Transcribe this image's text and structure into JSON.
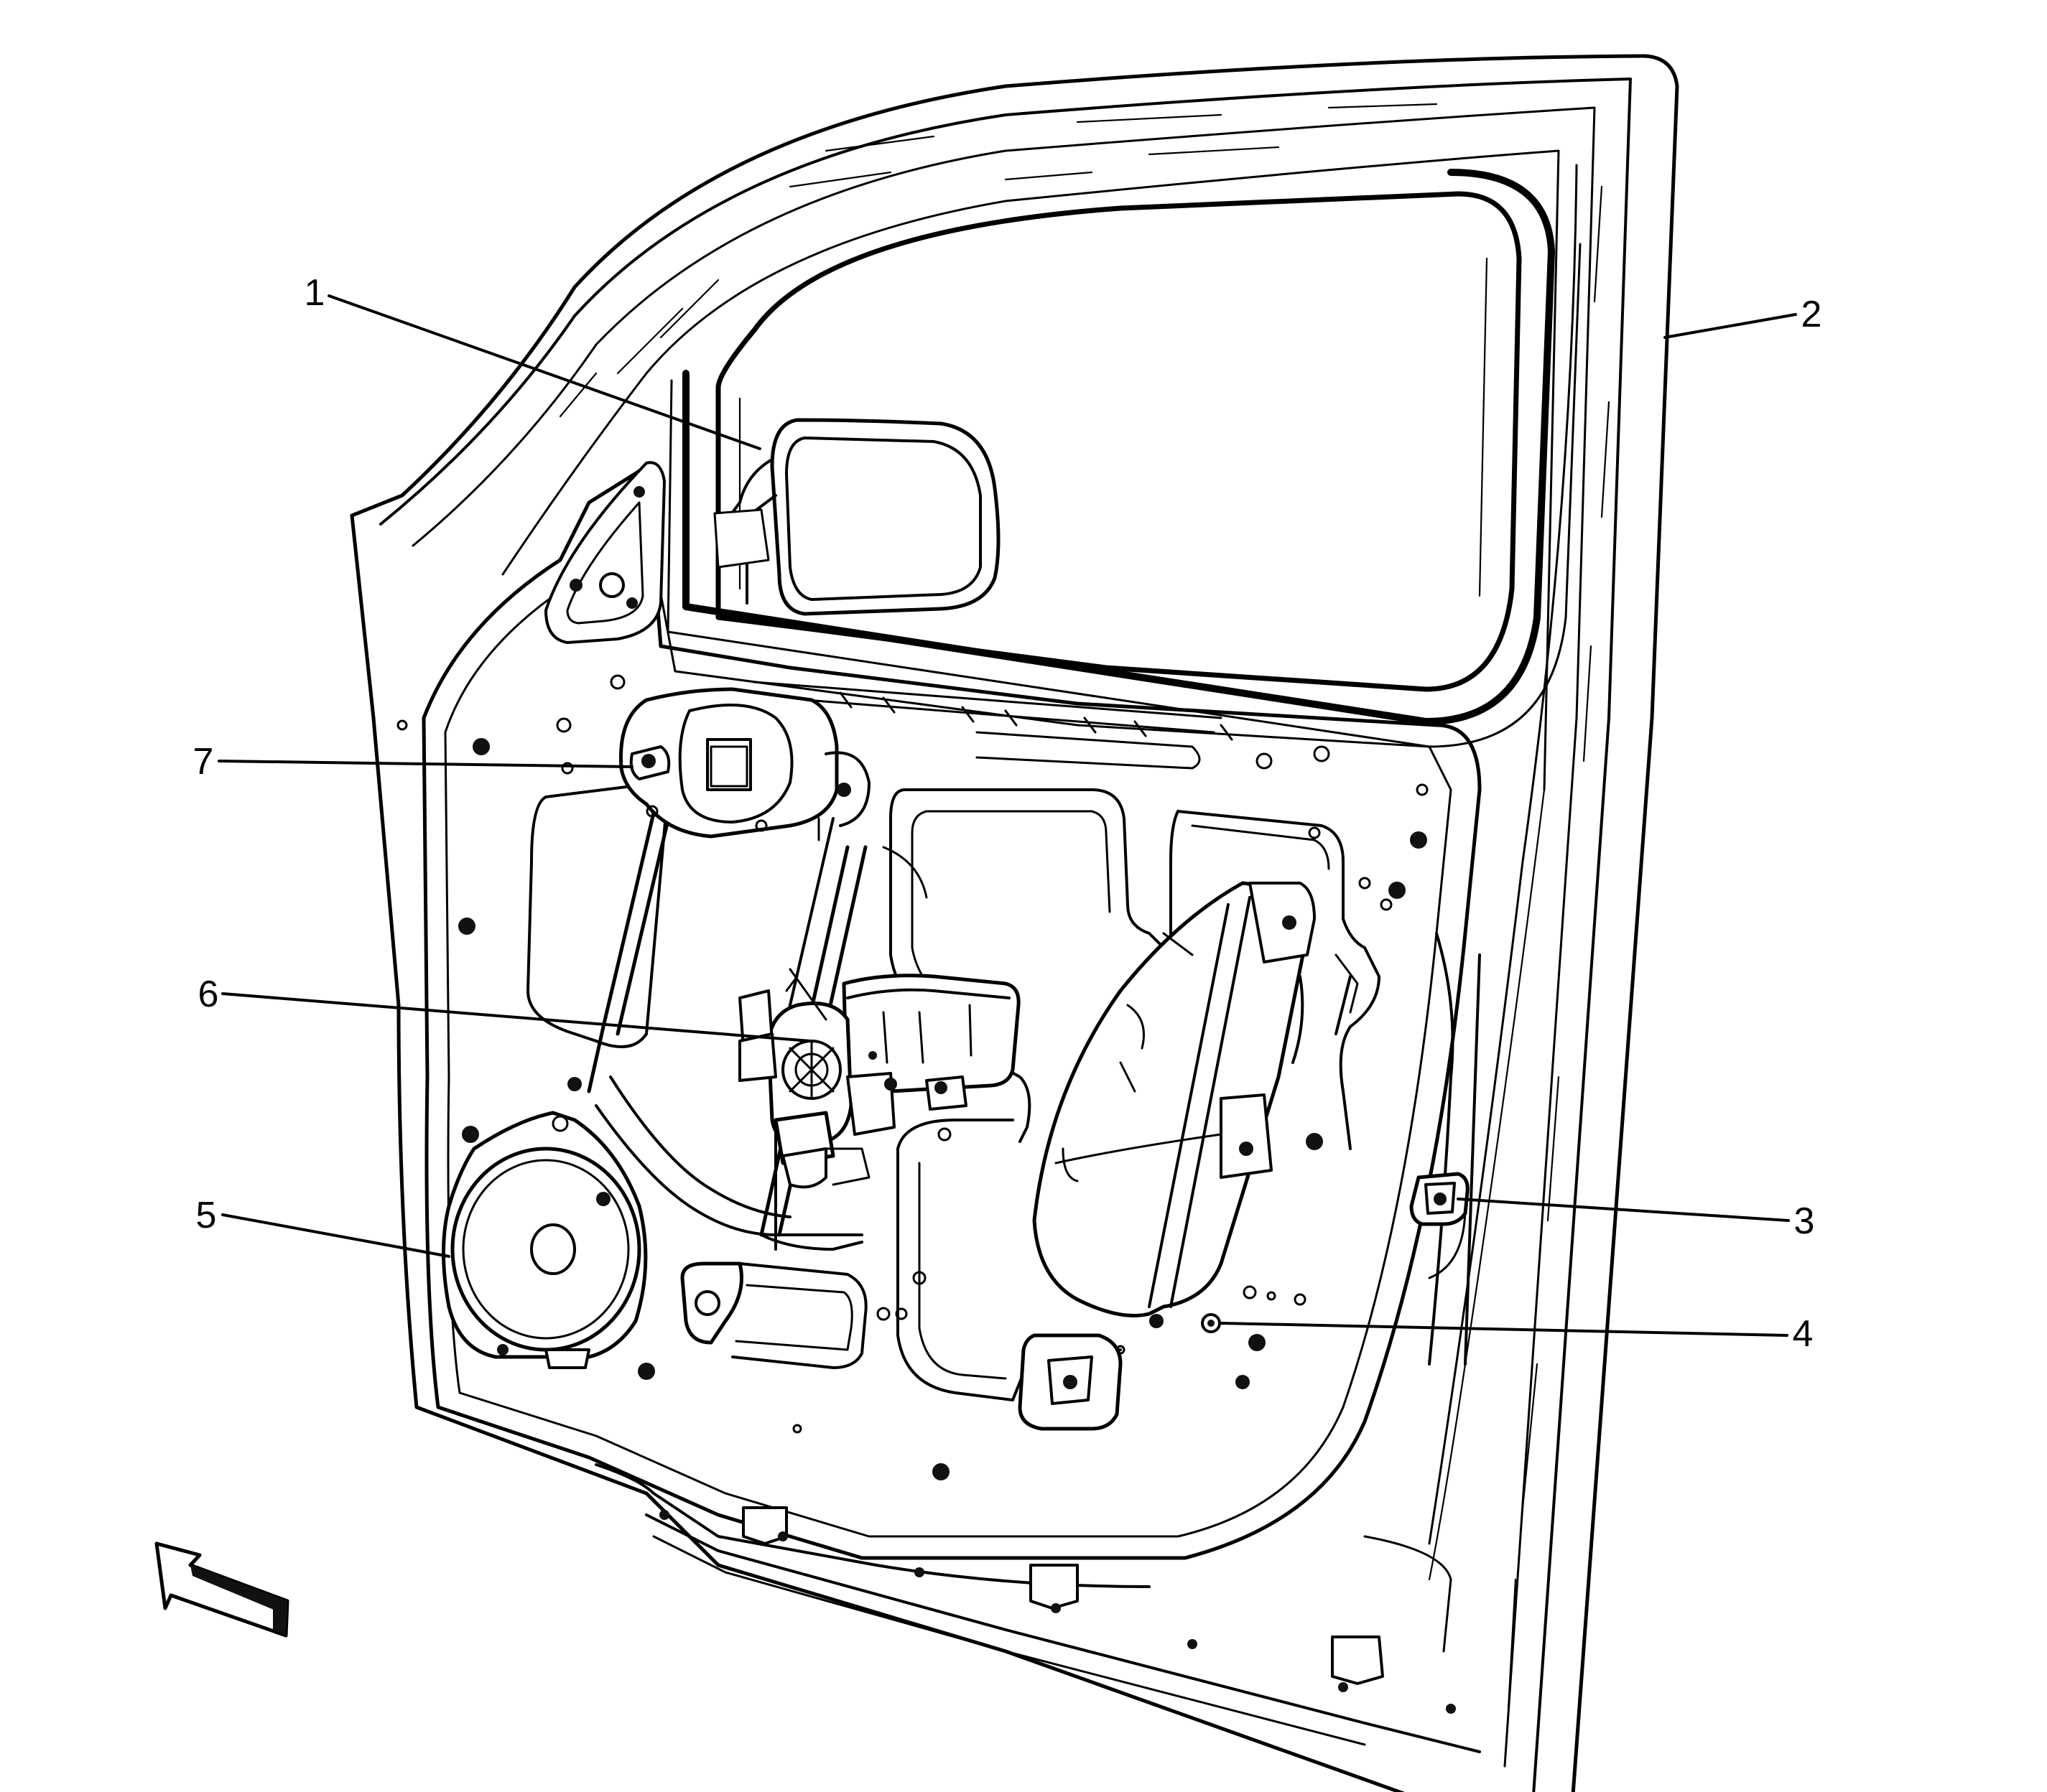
{
  "figure": {
    "subject": "door-inner-panel",
    "orientation_arrow": "front-of-vehicle-arrow"
  },
  "callouts": [
    {
      "id": "c1",
      "label": "1",
      "part": "outside-rearview-mirror"
    },
    {
      "id": "c2",
      "label": "2",
      "part": "door-frame"
    },
    {
      "id": "c3",
      "label": "3",
      "part": "door-check-link"
    },
    {
      "id": "c4",
      "label": "4",
      "part": "clip"
    },
    {
      "id": "c5",
      "label": "5",
      "part": "speaker"
    },
    {
      "id": "c6",
      "label": "6",
      "part": "window-regulator-motor"
    },
    {
      "id": "c7",
      "label": "7",
      "part": "mirror-mount-tweeter-housing"
    }
  ]
}
